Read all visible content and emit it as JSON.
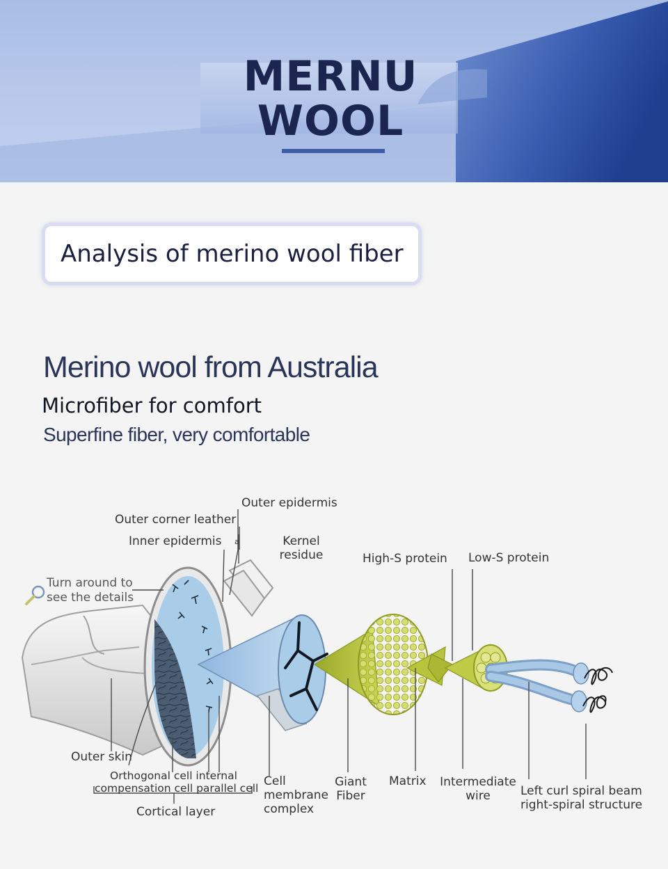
{
  "banner": {
    "title_line1": "MERNU",
    "title_line2": "WOOL"
  },
  "card": {
    "title": "Analysis of merino wool fiber"
  },
  "headings": {
    "origin": "Merino wool from Australia",
    "micro": "Microfiber for comfort",
    "superfine": "Superfine fiber, very comfortable"
  },
  "diagram": {
    "hint_line1": "Turn around to",
    "hint_line2": "see the details",
    "labels": {
      "outer_epidermis": "Outer epidermis",
      "outer_corner_leather": "Outer corner leather",
      "inner_epidermis": "Inner epidermis",
      "marker_a": "a",
      "kernel_residue_1": "Kernel",
      "kernel_residue_2": "residue",
      "high_s": "High-S protein",
      "low_s": "Low-S protein",
      "outer_skin": "Outer skin",
      "orthogonal": "Orthogonal cell internal",
      "compensation": "compensation cell parallel cell",
      "cortical": "Cortical layer",
      "cell_1": "Cell",
      "cell_2": "membrane",
      "cell_3": "complex",
      "giant_1": "Giant",
      "giant_2": "Fiber",
      "matrix": "Matrix",
      "intermediate_1": "Intermediate",
      "intermediate_2": "wire",
      "spiral_1": "Left curl spiral beam",
      "spiral_2": "right-spiral structure"
    }
  },
  "colors": {
    "banner_dark": "#21418f",
    "title_text": "#1b2550",
    "fiber_blue": "#a9cde9",
    "cortex_dark": "#46586e",
    "fibril_green": "#b7c43c"
  }
}
